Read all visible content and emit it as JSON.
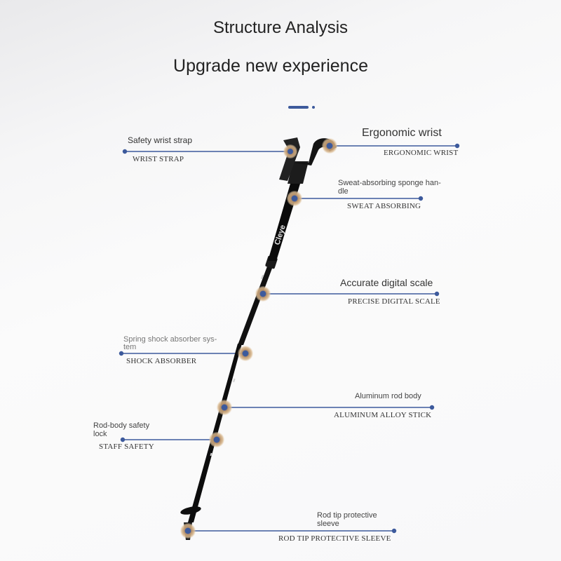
{
  "header": {
    "title": "Structure Analysis",
    "subtitle": "Upgrade new experience"
  },
  "colors": {
    "accent": "#3d5a9c",
    "pole": "#111111",
    "highlight_ring": "#c9a06a"
  },
  "product": {
    "brand": "Cleye"
  },
  "callouts": {
    "wrist_strap": {
      "title": "Safety wrist strap",
      "caption": "WRIST STRAP"
    },
    "ergonomic": {
      "title": "Ergonomic wrist",
      "caption": "ERGONOMIC WRIST"
    },
    "sweat": {
      "title_line1": "Sweat-absorbing sponge han-",
      "title_line2": "dle",
      "caption": "SWEAT ABSORBING"
    },
    "scale": {
      "title": "Accurate digital scale",
      "caption": "PRECISE DIGITAL SCALE"
    },
    "shock": {
      "title_line1": "Spring shock absorber sys-",
      "title_line2": "tem",
      "caption": "SHOCK ABSORBER"
    },
    "rod": {
      "title": "Aluminum rod body",
      "caption": "ALUMINUM ALLOY STICK"
    },
    "lock": {
      "title_line1": "Rod-body safety",
      "title_line2": "lock",
      "caption": "STAFF SAFETY"
    },
    "tip": {
      "title_line1": "Rod tip protective",
      "title_line2": "sleeve",
      "caption": "ROD TIP PROTECTIVE SLEEVE"
    }
  }
}
